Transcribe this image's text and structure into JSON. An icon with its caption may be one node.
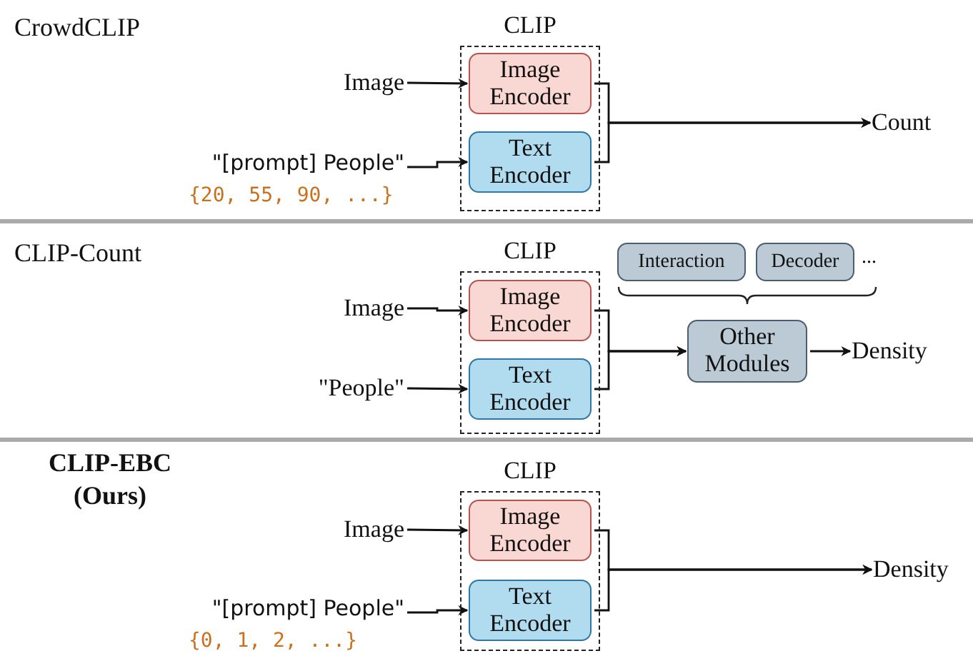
{
  "diagram": {
    "nodes": [
      {
        "text": [
          "CLIP"
        ]
      },
      {
        "text": [
          "Image Encoder"
        ],
        "in": 0
      },
      {
        "text": [
          "Text Encoder"
        ],
        "in": 0
      },
      {
        "text": [
          "Image"
        ]
      },
      {
        "text": [
          "\"[prompt] People\"",
          "{20, 55, 90, ...}"
        ]
      },
      {
        "text": [
          "Count"
        ]
      },
      {
        "text": [
          "CLIP"
        ]
      },
      {
        "text": [
          "Image Encoder"
        ],
        "in": 6
      },
      {
        "text": [
          "Text Encoder"
        ],
        "in": 6
      },
      {
        "text": [
          "Image"
        ]
      },
      {
        "text": [
          "\"People\""
        ]
      },
      {
        "text": [
          "Other Modules"
        ]
      },
      {
        "text": [
          "Density"
        ]
      },
      {
        "text": [
          "Interaction"
        ]
      },
      {
        "text": [
          "Decoder"
        ]
      },
      {
        "text": [
          "CLIP"
        ]
      },
      {
        "text": [
          "Image Encoder"
        ],
        "in": 15
      },
      {
        "text": [
          "Text Encoder"
        ],
        "in": 15
      },
      {
        "text": [
          "Image"
        ]
      },
      {
        "text": [
          "\"[prompt] People\"",
          "{0, 1, 2, ...}"
        ]
      },
      {
        "text": [
          "Density"
        ]
      }
    ],
    "edges": [
      {
        "from": 3,
        "to": 1,
        "arrow": "to"
      },
      {
        "from": 4,
        "to": 2,
        "arrow": "to"
      },
      {
        "from": 1,
        "to": 5,
        "arrow": "to"
      },
      {
        "from": 2,
        "to": 5,
        "arrow": "to"
      },
      {
        "from": 9,
        "to": 7,
        "arrow": "to"
      },
      {
        "from": 10,
        "to": 8,
        "arrow": "to"
      },
      {
        "from": 7,
        "to": 11,
        "arrow": "to"
      },
      {
        "from": 8,
        "to": 11,
        "arrow": "to"
      },
      {
        "from": 11,
        "to": 12,
        "arrow": "to"
      },
      {
        "from": 18,
        "to": 16,
        "arrow": "to"
      },
      {
        "from": 19,
        "to": 17,
        "arrow": "to"
      },
      {
        "from": 16,
        "to": 20,
        "arrow": "to"
      },
      {
        "from": 17,
        "to": 20,
        "arrow": "to"
      }
    ],
    "labels": [
      "CrowdCLIP",
      "CLIP-Count",
      "CLIP-EBC (Ours)",
      "..."
    ]
  }
}
